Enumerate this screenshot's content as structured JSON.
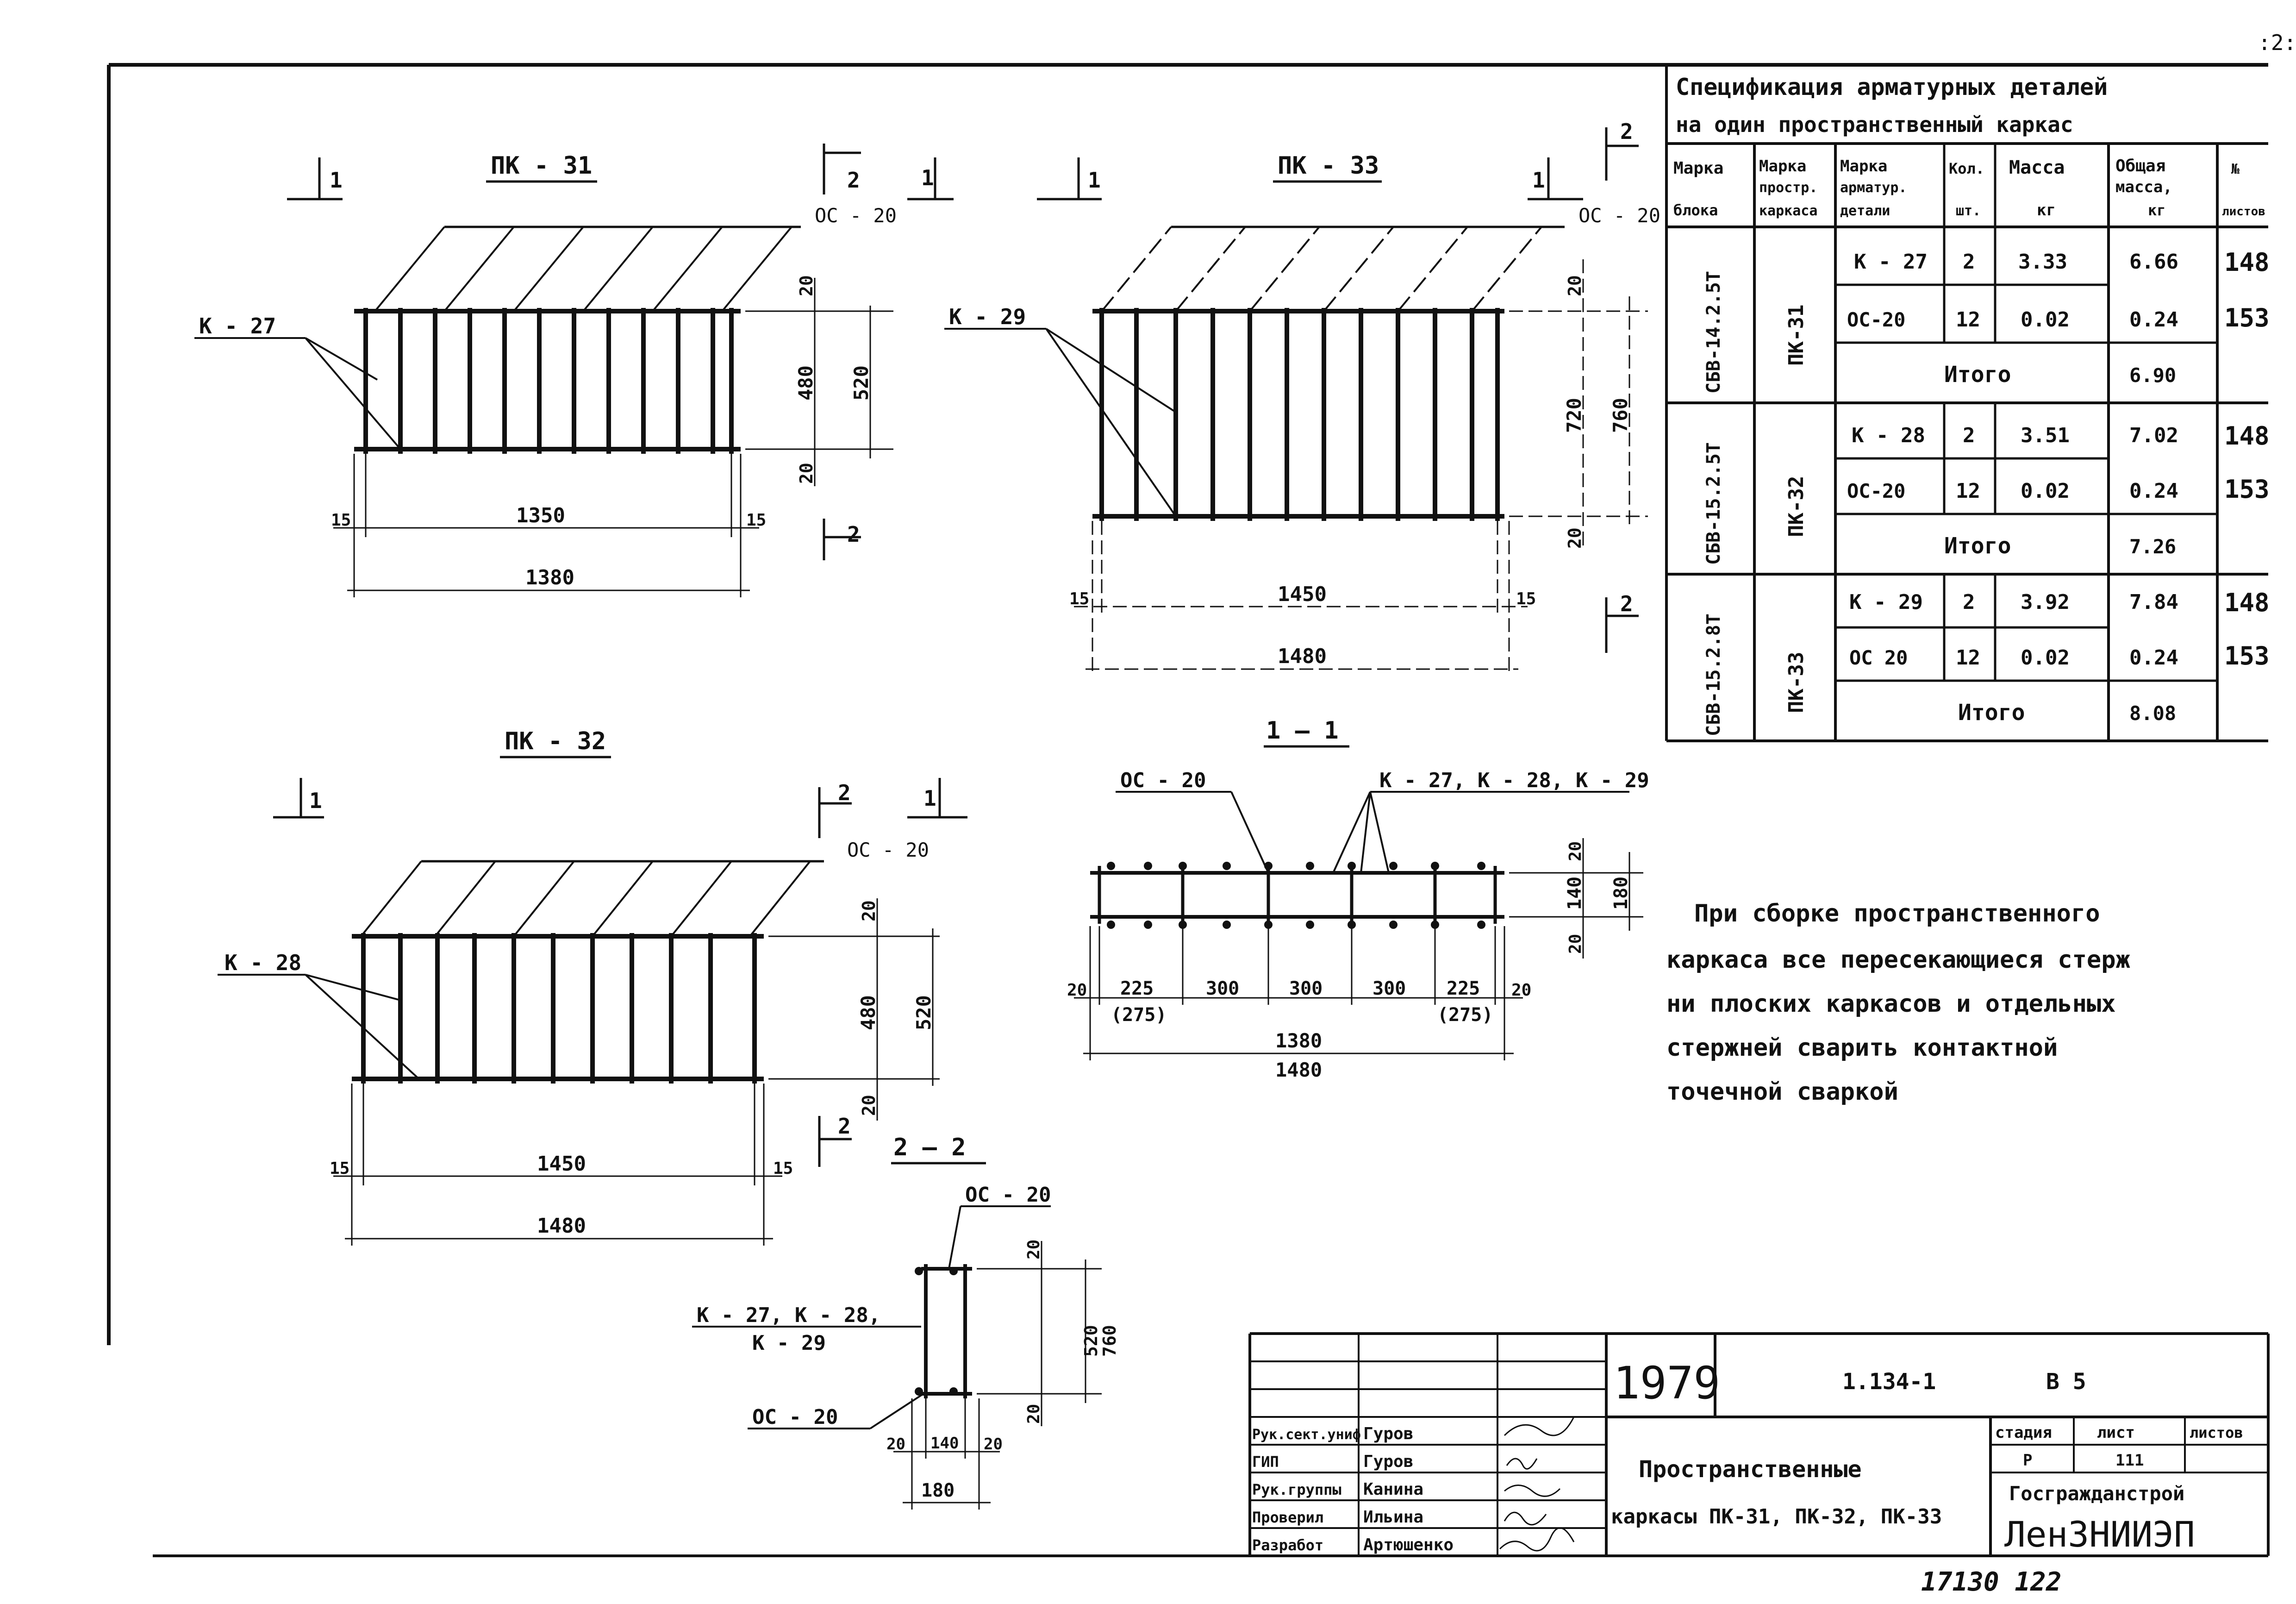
{
  "sheet": {
    "corner_number": ":2:",
    "bottom_number": "17130   122"
  },
  "views": {
    "pk31": {
      "title": "ПК - 31",
      "tag": "К - 27",
      "top_bar": "ОС - 20",
      "dims": {
        "d20a": "20",
        "d480": "480",
        "d520": "520",
        "d20b": "20",
        "d15a": "15",
        "d1350": "1350",
        "d15b": "15",
        "d1380": "1380"
      }
    },
    "pk33": {
      "title": "ПК - 33",
      "tag": "К - 29",
      "top_bar": "ОС - 20",
      "dims": {
        "d20a": "20",
        "d720": "720",
        "d760": "760",
        "d20b": "20",
        "d15a": "15",
        "d1450": "1450",
        "d15b": "15",
        "d1480": "1480"
      }
    },
    "pk32": {
      "title": "ПК - 32",
      "tag": "К - 28",
      "top_bar": "ОС - 20",
      "dims": {
        "d20a": "20",
        "d480": "480",
        "d520": "520",
        "d20b": "20",
        "d15a": "15",
        "d1450": "1450",
        "d15b": "15",
        "d1480": "1480"
      }
    },
    "section11": {
      "title": "1 — 1",
      "bar_left": "ОС - 20",
      "bar_right": "К - 27, К - 28, К - 29",
      "dims": {
        "d20a": "20",
        "d140": "140",
        "d180": "180",
        "d20b": "20",
        "s20l": "20",
        "s225l": "225",
        "s275l": "(275)",
        "s300a": "300",
        "s300b": "300",
        "s300c": "300",
        "s225r": "225",
        "s275r": "(275)",
        "s20r": "20",
        "d1380": "1380",
        "d1480": "1480"
      }
    },
    "section22": {
      "title": "2 — 2",
      "bar_top": "ОС - 20",
      "bar_bottom": "ОС - 20",
      "tag_line1": "К - 27,  К - 28,",
      "tag_line2": "К - 29",
      "dims": {
        "d20a": "20",
        "d520": "520",
        "d760": "760",
        "d20b": "20",
        "b20l": "20",
        "b140": "140",
        "b20r": "20",
        "d180": "180"
      }
    },
    "section_markers": {
      "one": "1",
      "two": "2"
    }
  },
  "spec": {
    "title_line1": "Спецификация арматурных деталей",
    "title_line2": "на один пространственный каркас",
    "headers": [
      [
        "Марка",
        "блока"
      ],
      [
        "Марка",
        "простр.",
        "каркаса"
      ],
      [
        "Марка",
        "арматур.",
        "детали"
      ],
      [
        "Кол.",
        "шт."
      ],
      [
        "Масса",
        "кг"
      ],
      [
        "Общая",
        "масса,",
        "кг"
      ],
      [
        "№",
        "листов"
      ]
    ],
    "groups": [
      {
        "block": "СБВ-14.2.5Т",
        "frame": "ПК-31",
        "rows": [
          [
            "К - 27",
            "2",
            "3.33",
            "6.66",
            "148"
          ],
          [
            "ОС-20",
            "12",
            "0.02",
            "0.24",
            "153"
          ]
        ],
        "total_label": "Итого",
        "total": "6.90"
      },
      {
        "block": "СБВ-15.2.5Т",
        "frame": "ПК-32",
        "rows": [
          [
            "К - 28",
            "2",
            "3.51",
            "7.02",
            "148"
          ],
          [
            "ОС-20",
            "12",
            "0.02",
            "0.24",
            "153"
          ]
        ],
        "total_label": "Итого",
        "total": "7.26"
      },
      {
        "block": "СБВ-15.2.8Т",
        "frame": "ПК-33",
        "rows": [
          [
            "К - 29",
            "2",
            "3.92",
            "7.84",
            "148"
          ],
          [
            "ОС 20",
            "12",
            "0.02",
            "0.24",
            "153"
          ]
        ],
        "total_label": "Итого",
        "total": "8.08"
      }
    ]
  },
  "note": {
    "lines": [
      "При сборке пространственного",
      "каркаса все пересекающиеся стерж",
      "ни плоских каркасов и отдельных",
      "стержней сварить контактной",
      "точечной сваркой"
    ]
  },
  "stamp": {
    "year": "1979",
    "series": "1.134-1",
    "sheet_code": "В 5",
    "title_line1": "Пространственные",
    "title_line2": "каркасы ПК-31, ПК-32, ПК-33",
    "stage_header": "стадия",
    "sheet_header": "лист",
    "sheets_header": "листов",
    "stage": "Р",
    "sheet_no": "111",
    "org_line1": "Госгражданстрой",
    "org_line2": "ЛенЗНИИЭП",
    "people": [
      {
        "role": "Рук.сект.униф",
        "name": "Гуров"
      },
      {
        "role": "ГИП",
        "name": "Гуров"
      },
      {
        "role": "Рук.группы",
        "name": "Канина"
      },
      {
        "role": "Проверил",
        "name": "Ильина"
      },
      {
        "role": "Разработ",
        "name": "Артюшенко"
      }
    ]
  }
}
